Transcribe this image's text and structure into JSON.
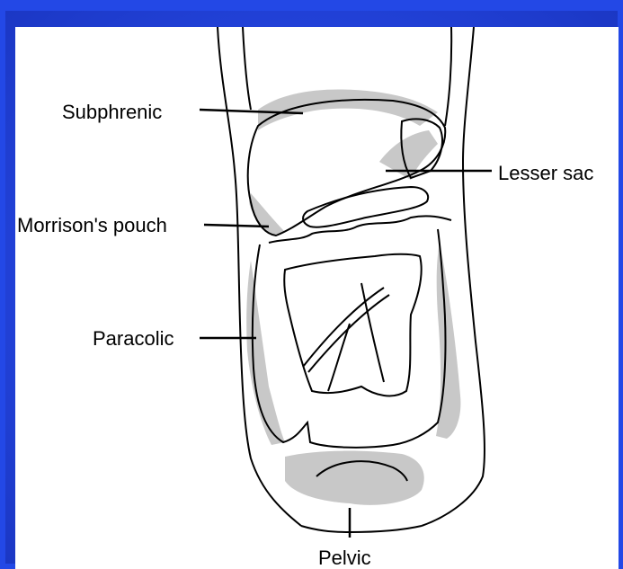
{
  "diagram": {
    "labels": {
      "subphrenic": "Subphrenic",
      "lesser_sac": "Lesser sac",
      "morrisons_pouch": "Morrison's pouch",
      "paracolic": "Paracolic",
      "pelvic": "Pelvic"
    },
    "colors": {
      "background": "#1f3fd9",
      "panel": "#ffffff",
      "shading": "#c8c8c8",
      "line": "#000000"
    }
  }
}
